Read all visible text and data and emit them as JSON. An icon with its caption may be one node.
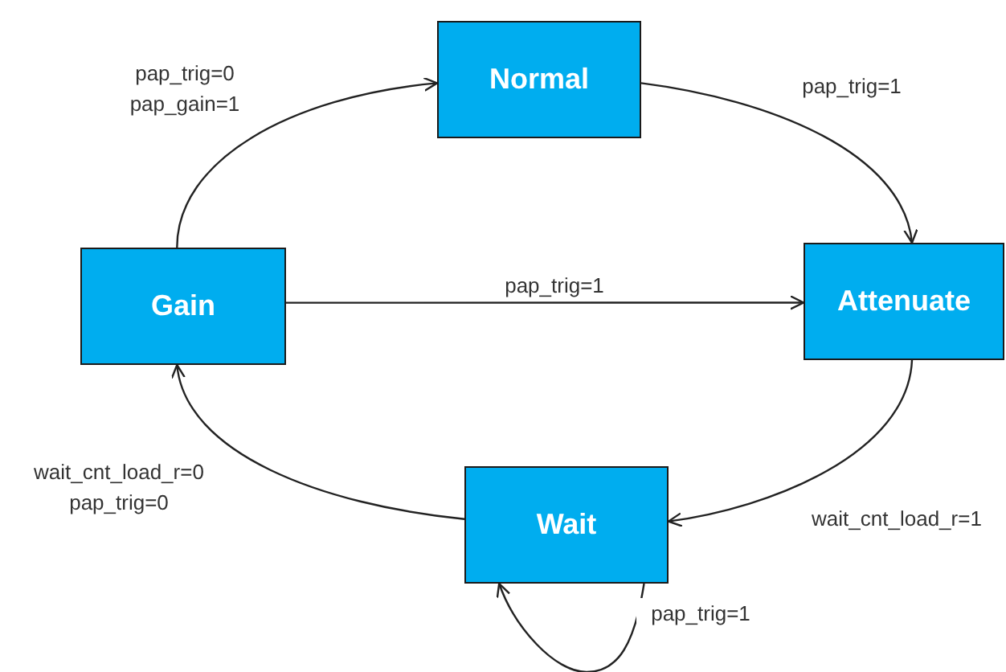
{
  "diagram": {
    "nodes": [
      {
        "text": [
          "Normal"
        ]
      },
      {
        "text": [
          "Gain"
        ]
      },
      {
        "text": [
          "Attenuate"
        ]
      },
      {
        "text": [
          "Wait"
        ]
      }
    ],
    "edges": [
      {
        "from": 1,
        "to": 0,
        "arrow": "to",
        "label": "pap_trig=0 pap_gain=1"
      },
      {
        "from": 0,
        "to": 2,
        "arrow": "to",
        "label": "pap_trig=1"
      },
      {
        "from": 1,
        "to": 2,
        "arrow": "to",
        "label": "pap_trig=1"
      },
      {
        "from": 2,
        "to": 3,
        "arrow": "to",
        "label": "wait_cnt_load_r=1"
      },
      {
        "from": 3,
        "to": 1,
        "arrow": "to",
        "label": "wait_cnt_load_r=0 pap_trig=0"
      },
      {
        "from": 3,
        "to": 3,
        "arrow": "to",
        "label": "pap_trig=1"
      }
    ]
  }
}
